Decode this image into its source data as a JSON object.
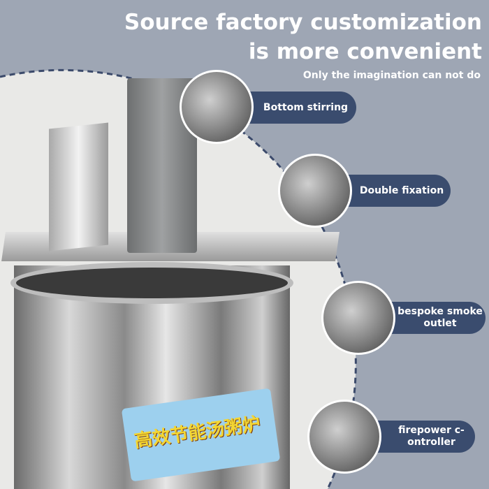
{
  "headline": {
    "line1": "Source factory customization",
    "line2": "is more convenient",
    "subtitle": "Only the imagination can not do"
  },
  "product_label": {
    "text": "高效节能汤粥炉"
  },
  "features": [
    {
      "label": "Bottom stirring",
      "icon": "stirrer-photo"
    },
    {
      "label": "Double fixation",
      "icon": "clamp-photo"
    },
    {
      "label": "bespoke smoke outlet",
      "icon": "outlet-photo"
    },
    {
      "label": "firepower c-ontroller",
      "icon": "knob-photo"
    }
  ],
  "colors": {
    "background": "#9ea6b4",
    "pill": "#3a4c6e",
    "text": "#ffffff"
  }
}
